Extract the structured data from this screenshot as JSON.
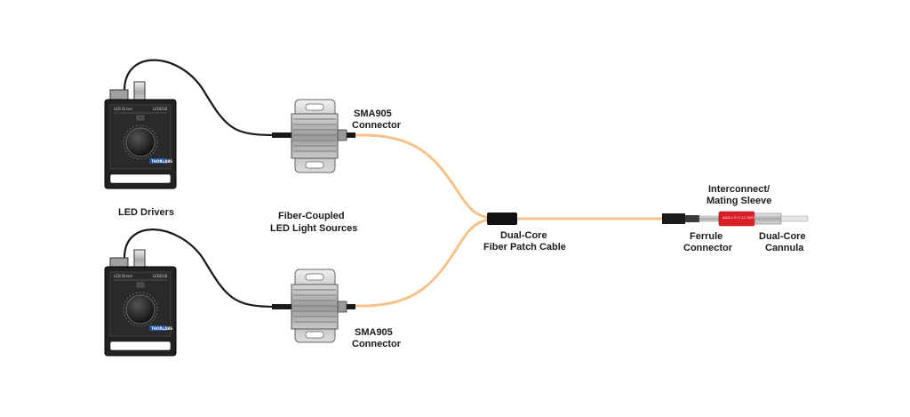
{
  "labels": {
    "led_drivers": "LED Drivers",
    "fiber_coupled_line1": "Fiber-Coupled",
    "fiber_coupled_line2": "LED Light Sources",
    "sma_top_line1": "SMA905",
    "sma_top_line2": "Connector",
    "sma_bottom_line1": "SMA905",
    "sma_bottom_line2": "Connector",
    "patch_line1": "Dual-Core",
    "patch_line2": "Fiber Patch Cable",
    "interconnect_line1": "Interconnect/",
    "interconnect_line2": "Mating Sleeve",
    "ferrule_line1": "Ferrule",
    "ferrule_line2": "Connector",
    "cannula_line1": "Dual-Core",
    "cannula_line2": "Cannula"
  },
  "driver_panel": {
    "model_left": "LED Driver",
    "model_right": "LEDD1B",
    "brand": "THORLABS"
  },
  "sleeve_marking": "ADAL4-5 FC-LC-MATE",
  "colors": {
    "fiber": "#f5c38a",
    "cable": "#1a1a1a",
    "driver_body": "#222222",
    "sleeve": "#d8202a",
    "brand_badge": "#1f4f9e"
  }
}
